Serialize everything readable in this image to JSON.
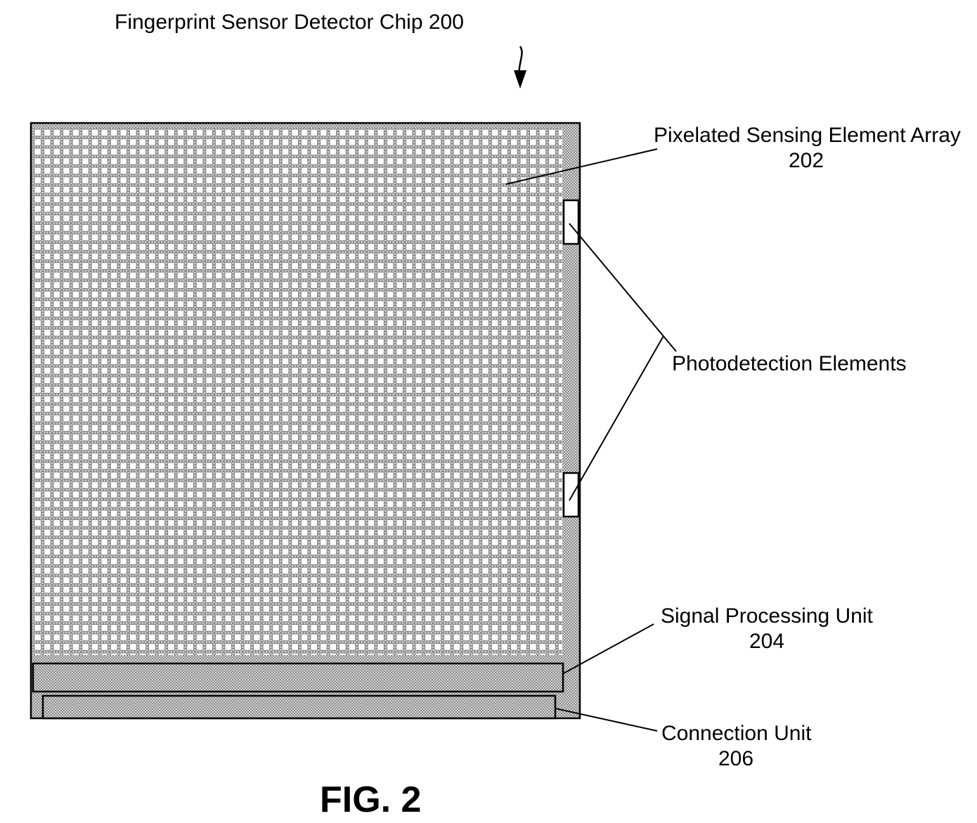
{
  "figure": {
    "chip_label": "Fingerprint Sensor Detector Chip 200",
    "array_label": "Pixelated Sensing Element Array",
    "array_number": "202",
    "photodetection_label": "Photodetection Elements",
    "signal_label": "Signal Processing Unit",
    "signal_number": "204",
    "connection_label": "Connection Unit",
    "connection_number": "206",
    "fig_caption": "FIG. 2"
  },
  "colors": {
    "line": "#000000",
    "hatch_fill": "#c8c8c8",
    "pixel_fill": "#ffffff",
    "background": "#ffffff"
  }
}
